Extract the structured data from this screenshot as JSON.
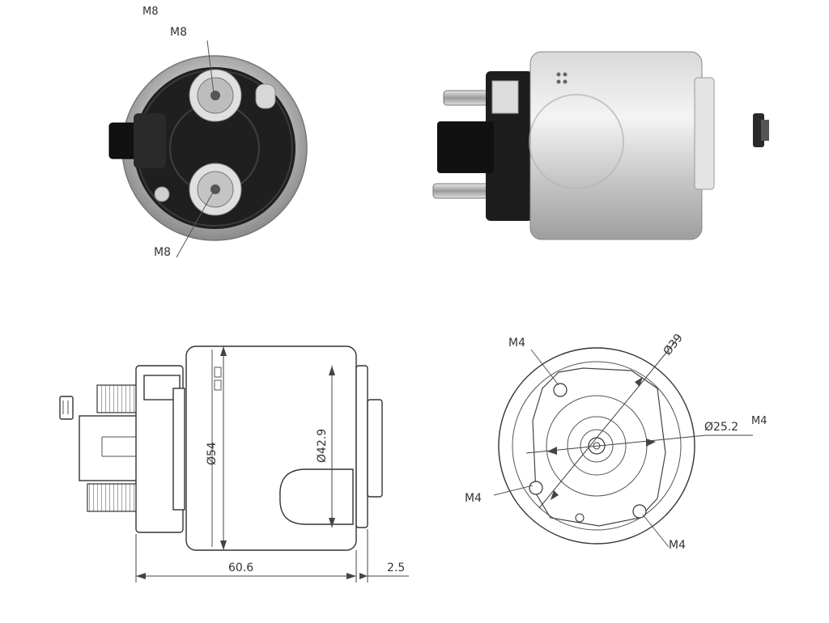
{
  "photos": {
    "top_view_thread_top": "M8",
    "top_view_thread_bottom": "M8",
    "top_view_cropped_label": "M8"
  },
  "side_drawing": {
    "diameter_body": "Ø54",
    "diameter_plunger": "Ø42.9",
    "length": "60.6",
    "offset": "2.5"
  },
  "end_drawing": {
    "hole_top": "M4",
    "hole_left": "M4",
    "hole_bottom": "M4",
    "hole_cropped_label": "M4",
    "diameter_outer": "Ø39",
    "diameter_inner": "Ø25.2"
  },
  "colors": {
    "line": "#333333",
    "dark_body": "#2b2b2b",
    "metal": "#c9c9c9"
  }
}
